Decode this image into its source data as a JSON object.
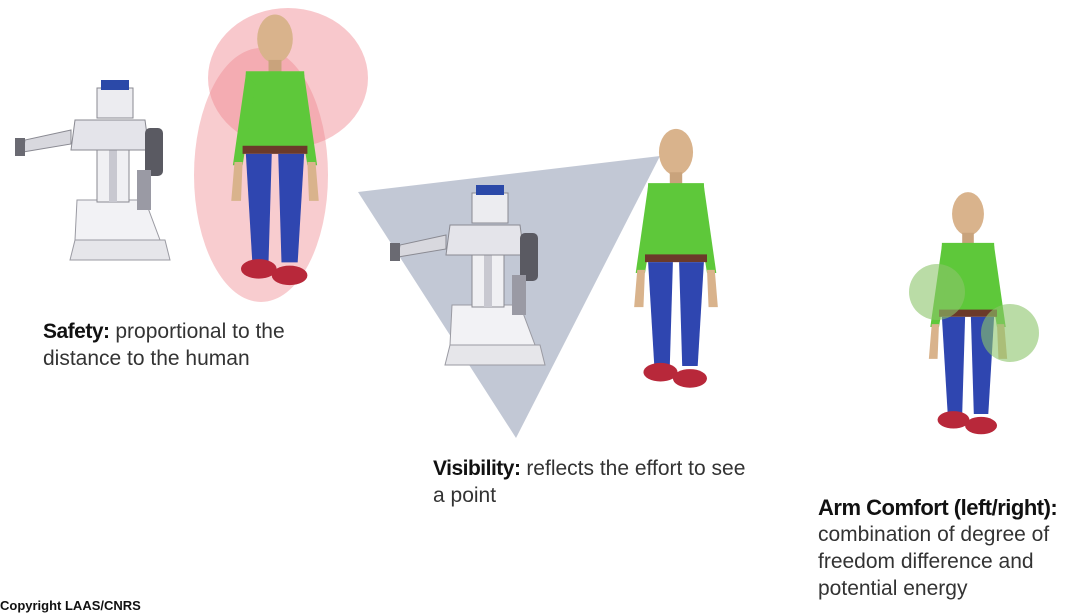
{
  "captions": {
    "safety": {
      "title": "Safety:",
      "text": " proportional to the distance to the human"
    },
    "visibility": {
      "title": "Visibility:",
      "text": " reflects the effort to see a point"
    },
    "arm_comfort": {
      "title": "Arm Comfort (left/right):",
      "text": "combination of degree of freedom difference and potential energy"
    }
  },
  "copyright": "Copyright LAAS/CNRS",
  "colors": {
    "safety_zone": "#f2a3a8",
    "visibility_cone": "#8f9bb3",
    "comfort_zone": "#8cc56a",
    "shirt": "#5ec83a",
    "pants": "#2f46b0",
    "skin": "#d9b38c",
    "robot": "#e8e8ec"
  }
}
